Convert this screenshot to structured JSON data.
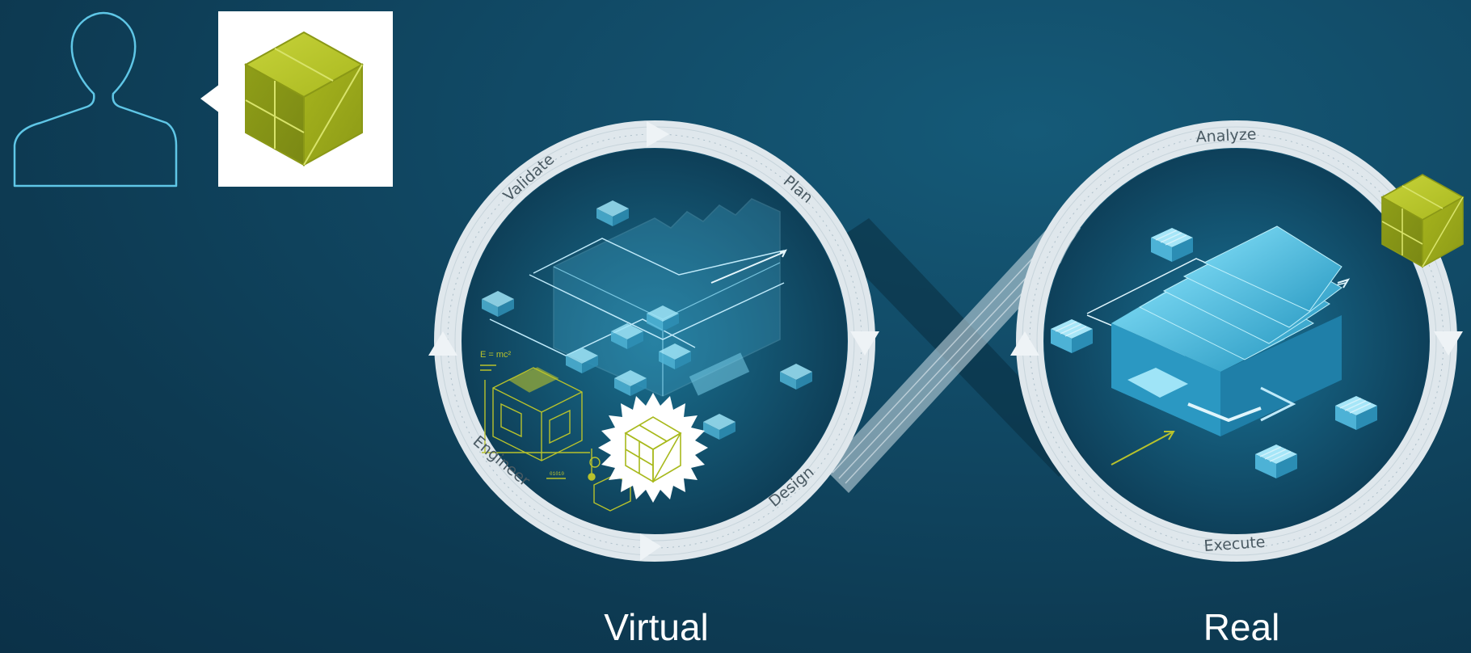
{
  "labels": {
    "virtual": "Virtual",
    "real": "Real"
  },
  "cycle_virtual": {
    "stages": [
      "Validate",
      "Plan",
      "Design",
      "Engineer"
    ],
    "formula": "E = mc²"
  },
  "cycle_real": {
    "stages": [
      "Analyze",
      "Execute"
    ]
  },
  "colors": {
    "ring": "#dfe7ec",
    "accent_green": "#a8b91c",
    "blueprint_cyan": "#7fd6f0",
    "user_outline": "#5fc6e6"
  },
  "icons": [
    "user-outline-icon",
    "digital-twin-cube-icon",
    "starburst-cube-icon"
  ]
}
